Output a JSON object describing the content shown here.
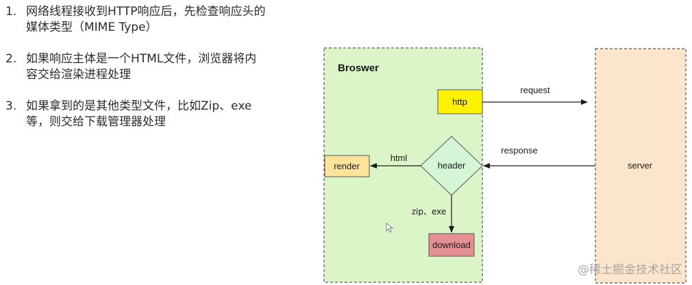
{
  "steps": [
    {
      "num": "1.",
      "text": "网络线程接收到HTTP响应后，先检查响应头的媒体类型（MIME Type）"
    },
    {
      "num": "2.",
      "text": "如果响应主体是一个HTML文件，浏览器将内容交给渲染进程处理"
    },
    {
      "num": "3.",
      "text": "如果拿到的是其他类型文件，比如Zip、exe等，则交给下载管理器处理"
    }
  ],
  "diagram": {
    "browser_label": "Broswer",
    "server_label": "server",
    "http_label": "http",
    "header_label": "header",
    "render_label": "render",
    "download_label": "download",
    "request_label": "request",
    "response_label": "response",
    "html_label": "html",
    "zip_label": "zip、exe",
    "colors": {
      "browser_bg": "#dcf5c8",
      "server_bg": "#fbe5cc",
      "http_bg": "#fff200",
      "header_bg": "#d5f5d7",
      "render_bg": "#fbe39a",
      "download_bg": "#e48f92"
    }
  },
  "watermark": "@稀土掘金技术社区"
}
